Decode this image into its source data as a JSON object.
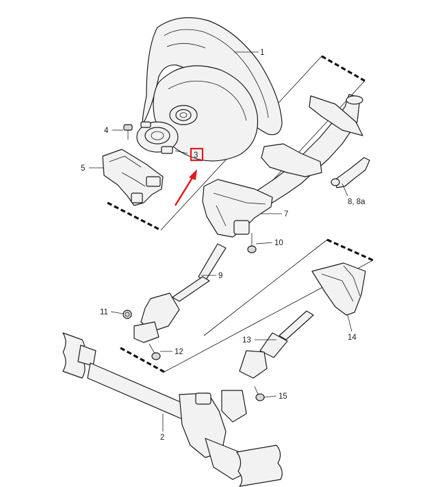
{
  "diagram": {
    "labels": [
      {
        "id": "1",
        "text": "1"
      },
      {
        "id": "2",
        "text": "2"
      },
      {
        "id": "3",
        "text": "3"
      },
      {
        "id": "4",
        "text": "4"
      },
      {
        "id": "5",
        "text": "5"
      },
      {
        "id": "7",
        "text": "7"
      },
      {
        "id": "8",
        "text": "8, 8a"
      },
      {
        "id": "9",
        "text": "9"
      },
      {
        "id": "10",
        "text": "10"
      },
      {
        "id": "11",
        "text": "11"
      },
      {
        "id": "12",
        "text": "12"
      },
      {
        "id": "13",
        "text": "13"
      },
      {
        "id": "14",
        "text": "14"
      },
      {
        "id": "15",
        "text": "15"
      }
    ],
    "highlight": {
      "target": "3",
      "color": "#e01b1b"
    }
  }
}
